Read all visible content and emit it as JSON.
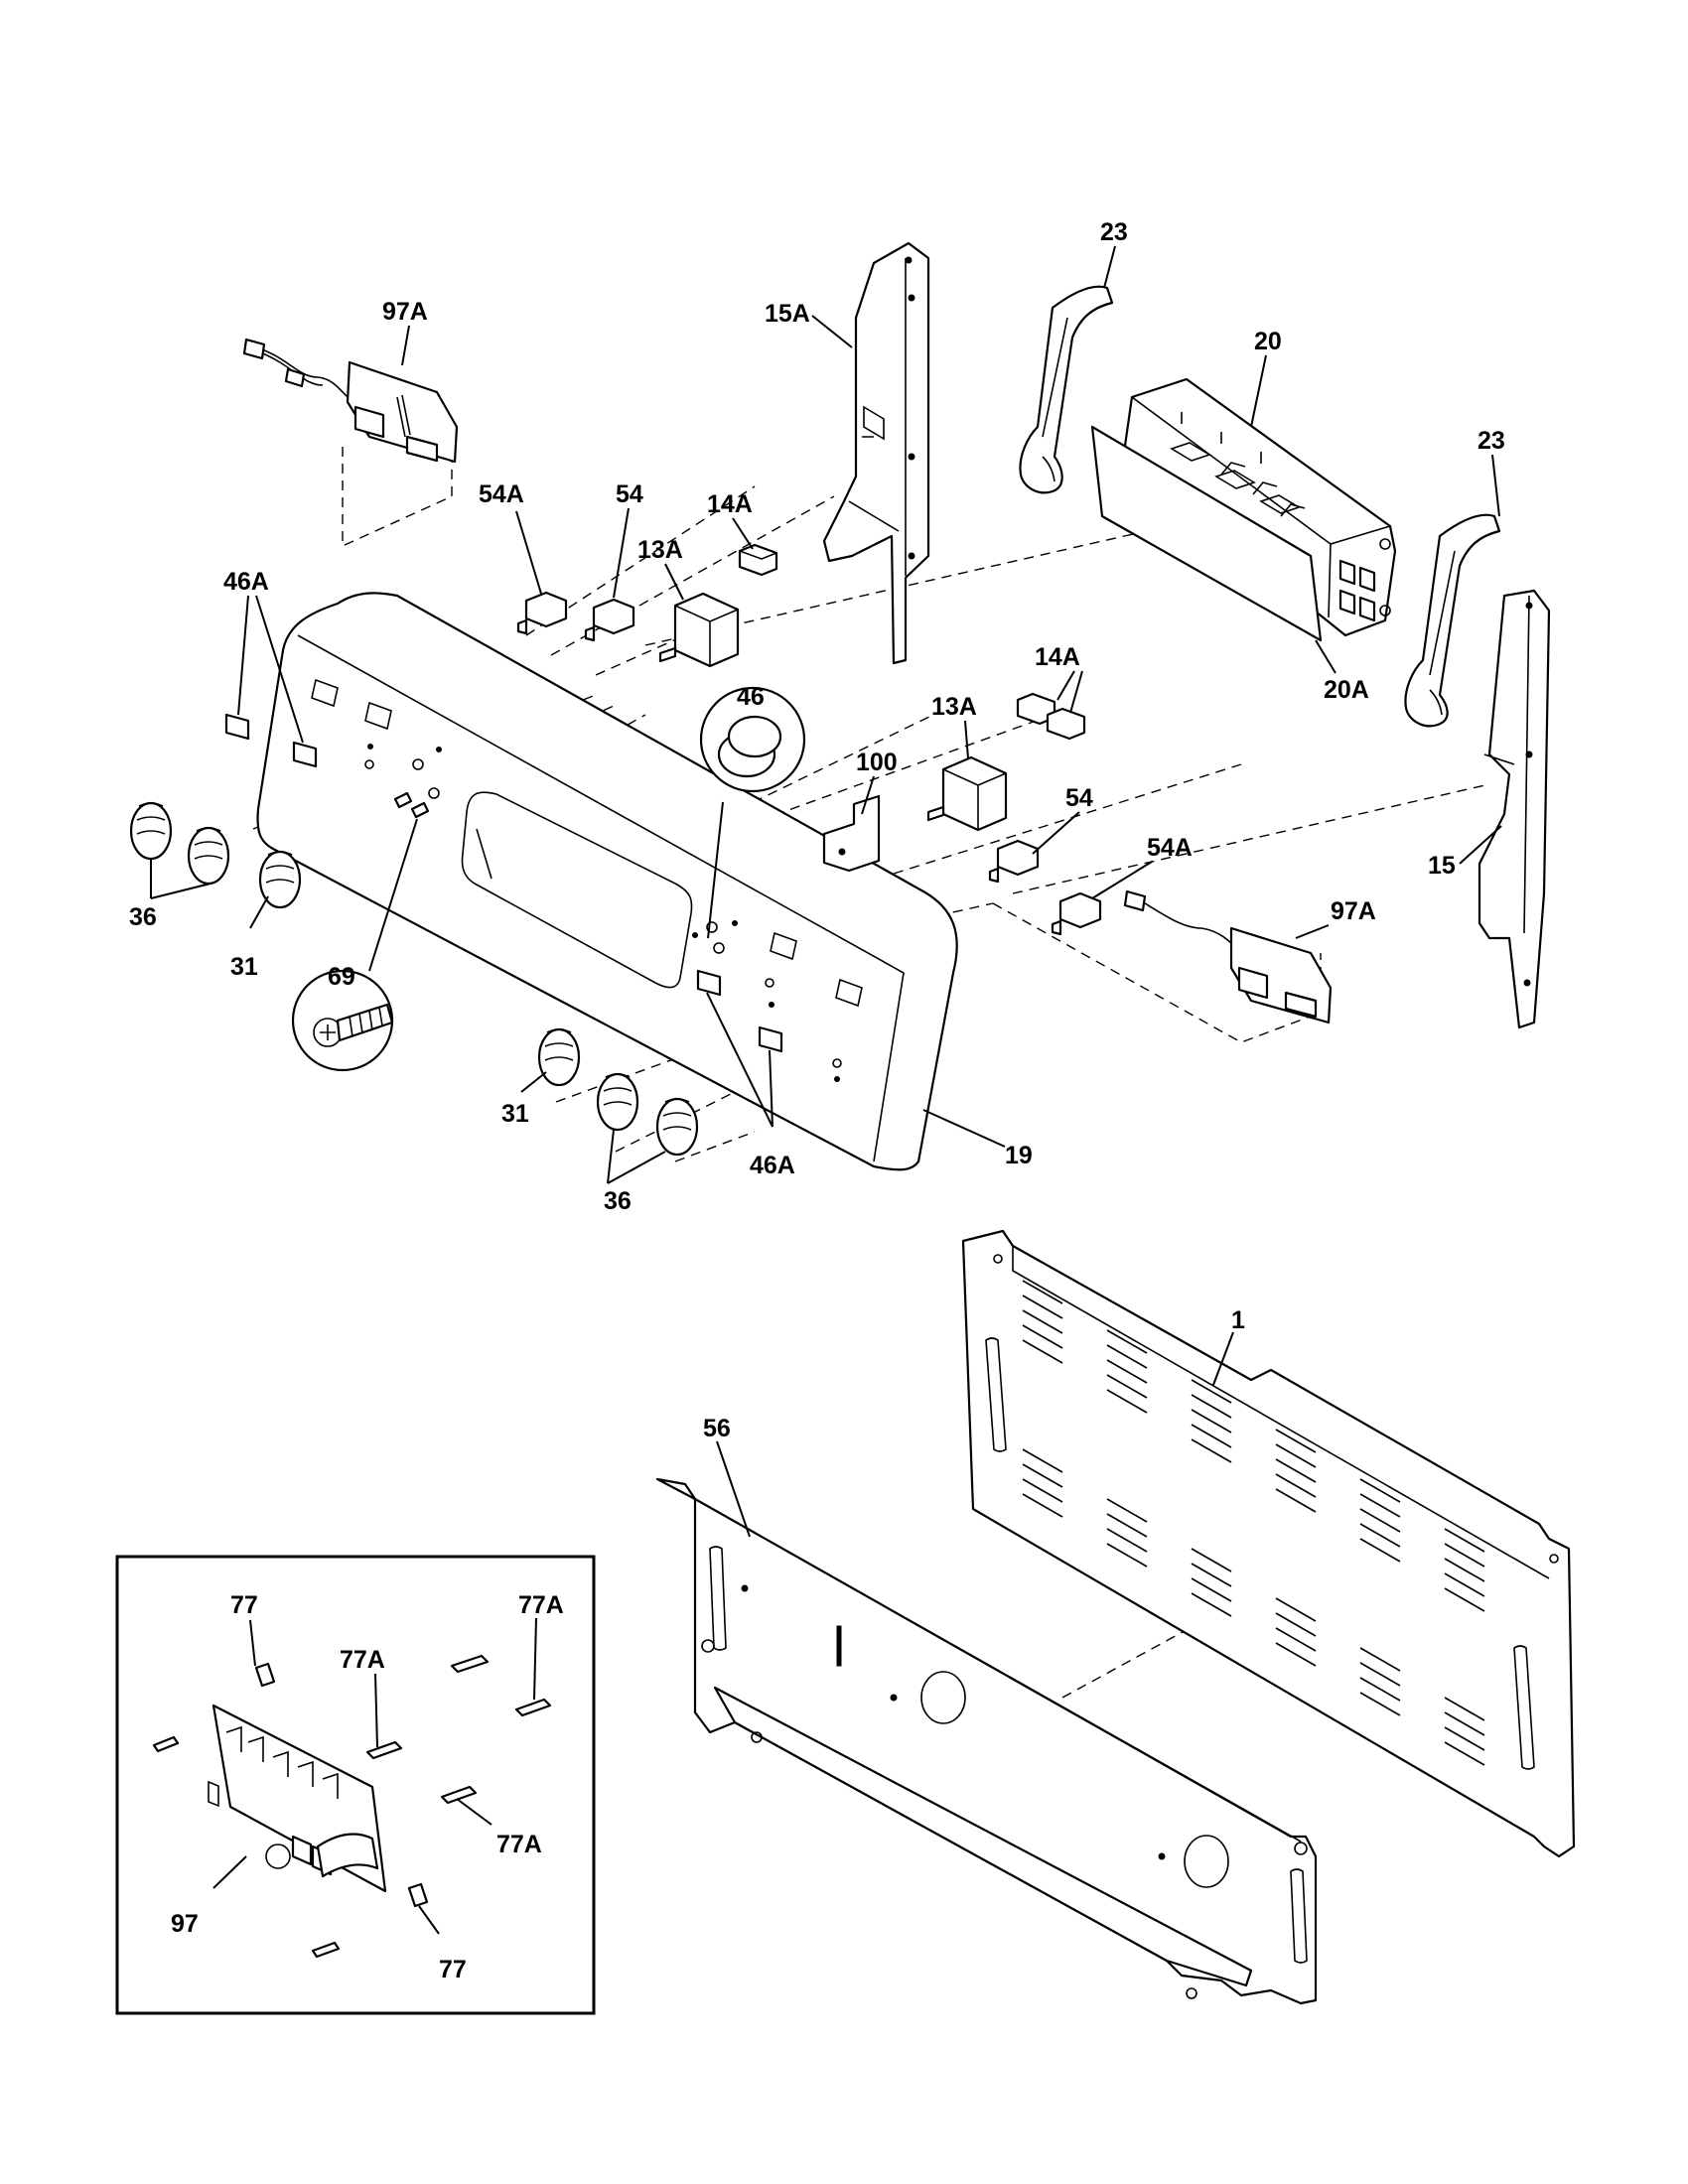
{
  "callouts": {
    "p97A_top": "97A",
    "p54A_top": "54A",
    "p54_top": "54",
    "p14A_top": "14A",
    "p13A_top": "13A",
    "p46A_left": "46A",
    "p15A": "15A",
    "p23_a": "23",
    "p20": "20",
    "p23_b": "23",
    "p20A": "20A",
    "p46": "46",
    "p14A_right": "14A",
    "p13A_right": "13A",
    "p100": "100",
    "p54_right": "54",
    "p54A_right": "54A",
    "p97A_right": "97A",
    "p15": "15",
    "p36_left": "36",
    "p31_left": "31",
    "p69": "69",
    "p31_bottom": "31",
    "p36_bottom": "36",
    "p46A_bottom": "46A",
    "p19": "19",
    "p1": "1",
    "p56": "56",
    "p77_top": "77",
    "p77A_right": "77A",
    "p77A_mid": "77A",
    "p77A_low": "77A",
    "p97": "97",
    "p77_bottom": "77"
  }
}
